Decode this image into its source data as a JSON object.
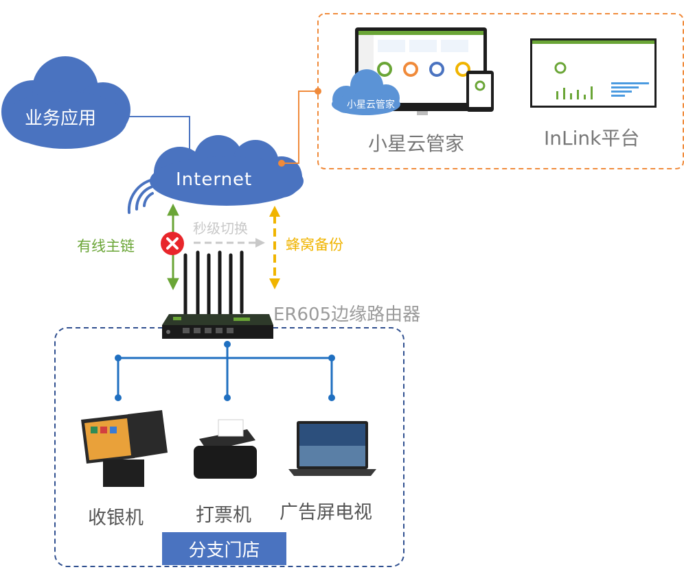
{
  "clouds": {
    "business": "业务应用",
    "internet": "Internet",
    "small_cloud": "小星云管家"
  },
  "platforms": {
    "xiaoxing": "小星云管家",
    "inlink": "InLink平台"
  },
  "links": {
    "wired": "有线主链",
    "switch": "秒级切换",
    "cellular": "蜂窝备份"
  },
  "router": {
    "label": "ER605边缘路由器"
  },
  "devices": {
    "pos": "收银机",
    "printer": "打票机",
    "tv": "广告屏电视"
  },
  "branch": {
    "label": "分支门店"
  },
  "colors": {
    "cloud_blue": "#4a73c0",
    "platform_border": "#f08a3a",
    "branch_border": "#2f4f8f",
    "wired_green": "#6aa536",
    "backup_yellow": "#f0b400",
    "switch_gray": "#c8c8c8",
    "tree_blue": "#1f6fc0"
  }
}
